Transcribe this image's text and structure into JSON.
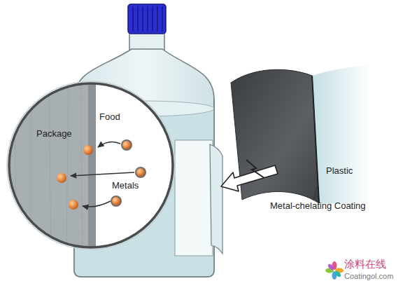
{
  "diagram": {
    "labels": [
      "Package",
      "Food",
      "Metals",
      "Plastic",
      "Metal-chelating Coating",
      "涂料在线",
      "Coatingol.com"
    ]
  }
}
